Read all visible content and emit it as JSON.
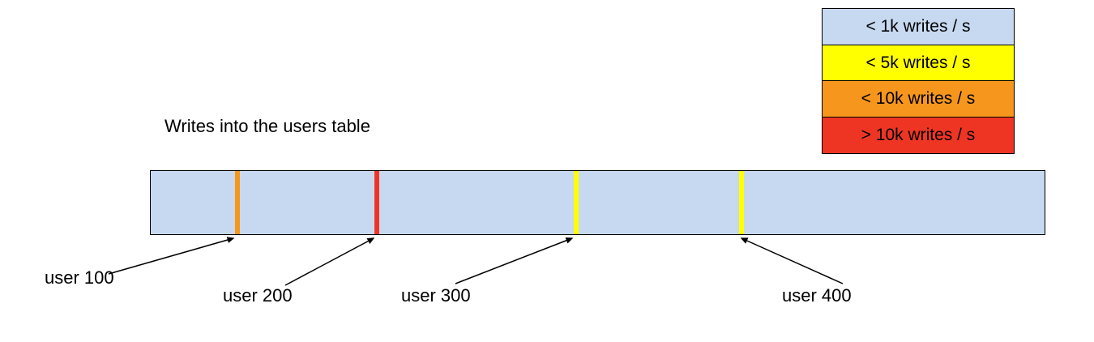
{
  "title": "Writes into the users table",
  "legend": {
    "items": [
      {
        "label": "< 1k writes / s",
        "color": "#c6d9f1"
      },
      {
        "label": "< 5k writes / s",
        "color": "#ffff00"
      },
      {
        "label": "< 10k writes / s",
        "color": "#f6961d"
      },
      {
        "label": "> 10k writes / s",
        "color": "#ee3524"
      }
    ]
  },
  "bar": {
    "color": "#c6d9f1",
    "stripes": [
      {
        "user": "user 100",
        "rate_bucket": "< 10k writes / s",
        "color": "#f6961d",
        "left_pct": 9.4
      },
      {
        "user": "user 200",
        "rate_bucket": "> 10k writes / s",
        "color": "#ee3524",
        "left_pct": 25.0
      },
      {
        "user": "user 300",
        "rate_bucket": "< 5k writes / s",
        "color": "#ffff00",
        "left_pct": 47.3
      },
      {
        "user": "user 400",
        "rate_bucket": "< 5k writes / s",
        "color": "#ffff00",
        "left_pct": 65.8
      }
    ]
  },
  "labels": [
    {
      "text": "user 100"
    },
    {
      "text": "user 200"
    },
    {
      "text": "user 300"
    },
    {
      "text": "user 400"
    }
  ]
}
